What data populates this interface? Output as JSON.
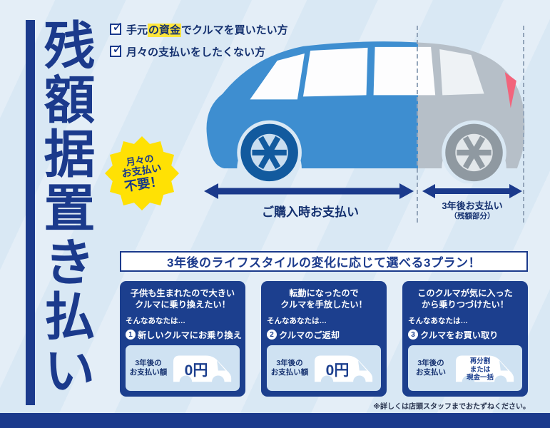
{
  "title": "残額据置き払い",
  "icons": {
    "check": "✓"
  },
  "checklist": {
    "items": [
      {
        "pre": "手元",
        "highlight": "の資金",
        "post": "でクルマを買いたい方"
      },
      {
        "pre": "月々の支払いをしたくない方",
        "highlight": "",
        "post": ""
      }
    ]
  },
  "burst": {
    "line1": "月々の",
    "line2": "お支払い",
    "line3": "不要！"
  },
  "timeline": {
    "purchase_label": "ご購入時お支払い",
    "residual_label": "3年後お支払い",
    "residual_note": "（残額部分）"
  },
  "banner": {
    "text": "3年後のライフスタイルの変化に応じて選べる3プラン！"
  },
  "cards": [
    {
      "title": "子供も生まれたので大きい\nクルマに乗り換えたい！",
      "lead": "そんなあなたは…",
      "number": "1",
      "action": "新しいクルマにお乗り換え",
      "price_label": "3年後の\nお支払い額",
      "price": "0円"
    },
    {
      "title": "転勤になったので\nクルマを手放したい！",
      "lead": "そんなあなたは…",
      "number": "2",
      "action": "クルマのご返却",
      "price_label": "3年後の\nお支払い額",
      "price": "0円"
    },
    {
      "title": "このクルマが気に入った\nから乗りつづけたい！",
      "lead": "そんなあなたは…",
      "number": "3",
      "action": "クルマをお買い取り",
      "price_label": "3年後の\nお支払い",
      "price": "再分割\nまたは\n現金一括"
    }
  ],
  "footnote": "※詳しくは店頭スタッフまでおたずねください。",
  "colors": {
    "navy": "#1b3a8c",
    "background": "#d9e8f4",
    "yellow": "#ffe104",
    "car_blue": "#3e8ed0",
    "car_gray": "#b6bfc8",
    "price_box": "#cfe2f2",
    "taillight": "#f2647c"
  }
}
